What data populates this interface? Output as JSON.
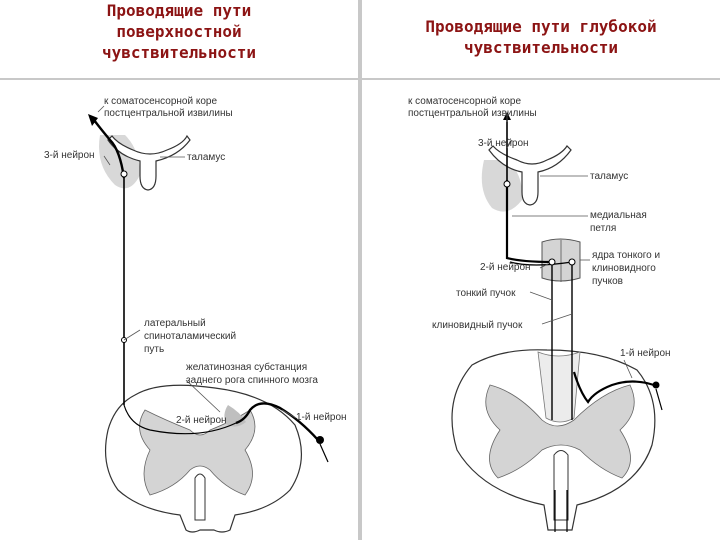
{
  "left": {
    "title_lines": [
      "Проводящие пути",
      "поверхностной",
      "чувствительности"
    ],
    "labels": {
      "cortex_1": "к соматосенсорной коре",
      "cortex_2": "постцентральной извилины",
      "neuron3": "3-й нейрон",
      "thalamus": "таламус",
      "spino_1": "латеральный",
      "spino_2": "спиноталамический",
      "spino_3": "путь",
      "gel_1": "желатинозная субстанция",
      "gel_2": "заднего рога спинного мозга",
      "neuron2": "2-й нейрон",
      "neuron1": "1-й нейрон"
    }
  },
  "right": {
    "title_lines": [
      "Проводящие пути глубокой",
      "чувствительности"
    ],
    "labels": {
      "cortex_1": "к соматосенсорной коре",
      "cortex_2": "постцентральной извилины",
      "neuron3": "3-й нейрон",
      "thalamus": "таламус",
      "lemn_1": "медиальная",
      "lemn_2": "петля",
      "nuclei_1": "ядра тонкого и",
      "nuclei_2": "клиновидного",
      "nuclei_3": "пучков",
      "neuron2": "2-й нейрон",
      "gracile": "тонкий пучок",
      "cuneate": "клиновидный пучок",
      "neuron1": "1-й нейрон"
    }
  },
  "colors": {
    "title": "#8c1414",
    "pathway": "#000000",
    "shade": "#d4d4d4",
    "divider": "#c8c8c8"
  }
}
